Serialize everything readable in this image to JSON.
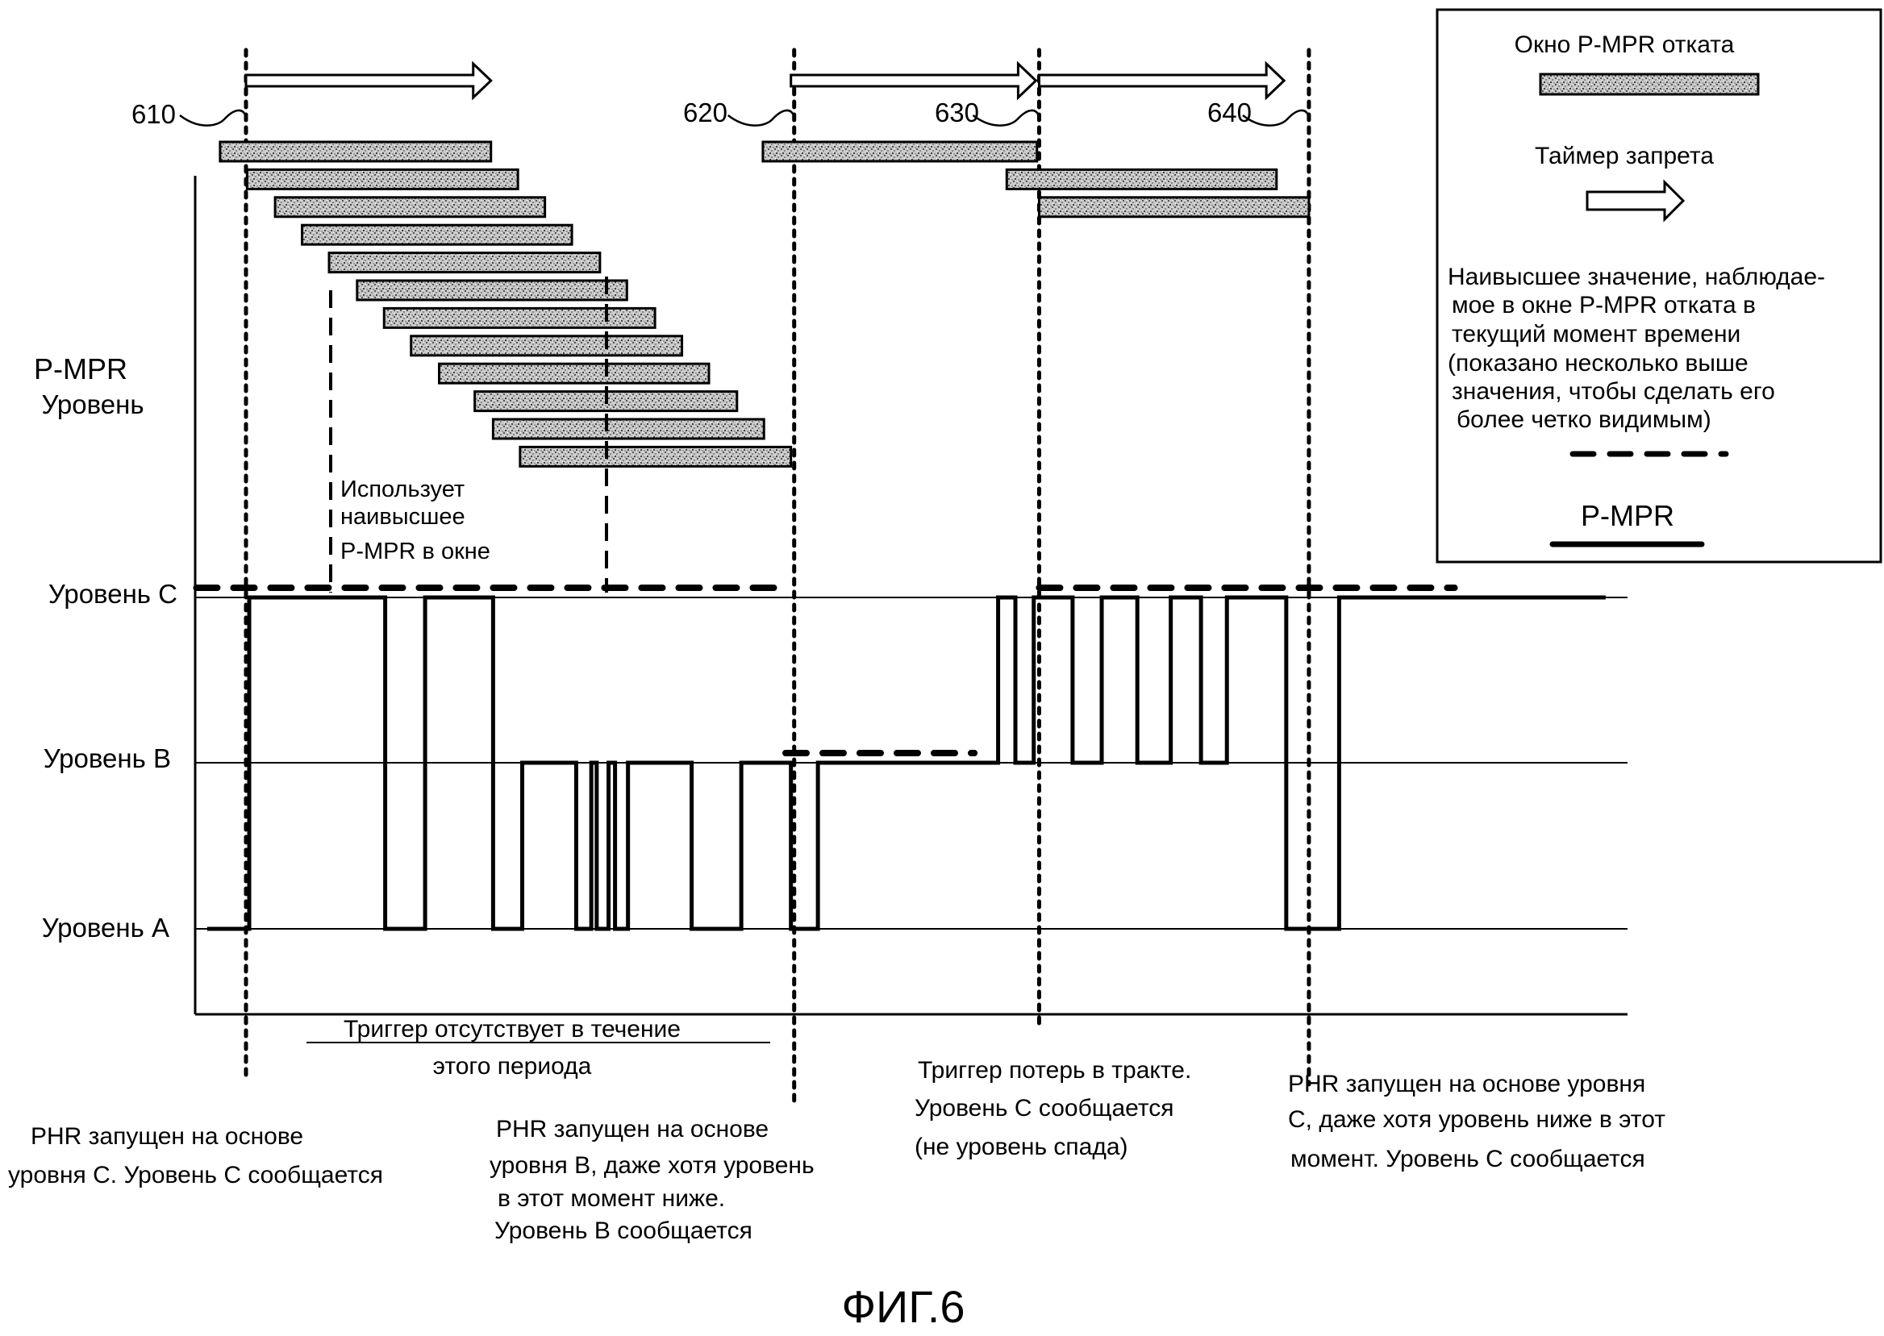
{
  "figure": {
    "caption": "ФИГ.6",
    "y_axis_label_line1": "P-MPR",
    "y_axis_label_line2": "Уровень",
    "levels": [
      {
        "id": "C",
        "label": "Уровень С"
      },
      {
        "id": "B",
        "label": "Уровень В"
      },
      {
        "id": "A",
        "label": "Уровень А"
      }
    ],
    "time_markers": [
      {
        "ref": "610"
      },
      {
        "ref": "620"
      },
      {
        "ref": "630"
      },
      {
        "ref": "640"
      }
    ],
    "window_note": [
      "Использует",
      "наивысшее",
      "P-MPR в окне"
    ],
    "annotations": {
      "no_trigger": [
        "Триггер отсутствует в течение",
        "этого периода"
      ],
      "event_610": [
        "PHR запущен на основе",
        "уровня С. Уровень С сообщается"
      ],
      "event_620": [
        "PHR запущен на основе",
        "уровня В, даже хотя уровень",
        "в этот момент ниже.",
        "Уровень В сообщается"
      ],
      "event_630": [
        "Триггер потерь в тракте.",
        "Уровень С сообщается",
        "(не уровень спада)"
      ],
      "event_640": [
        "PHR запущен на основе уровня",
        "С, даже хотя уровень ниже в этот",
        "момент. Уровень С сообщается"
      ]
    }
  },
  "legend": {
    "window_label": "Окно P-MPR отката",
    "timer_label": "Таймер запрета",
    "highest_label": [
      "Наивысшее значение, наблюдае-",
      "мое в окне P-MPR отката в",
      "текущий момент времени",
      "(показано несколько выше",
      "значения, чтобы сделать его",
      "более четко видимым)"
    ],
    "pmpr_label": "P-MPR",
    "icons": {
      "window": "hatched-bar-icon",
      "timer": "hollow-arrow-icon",
      "highest": "dashed-line-icon",
      "pmpr": "solid-line-icon"
    }
  },
  "chart_data": {
    "type": "line",
    "title": "ФИГ.6",
    "ylabel": "P-MPR Уровень",
    "xlabel": "",
    "y_categories": [
      "Уровень А",
      "Уровень В",
      "Уровень С"
    ],
    "markers": [
      {
        "ref": "610",
        "t": 0.0
      },
      {
        "ref": "620",
        "t": 0.508
      },
      {
        "ref": "630",
        "t": 0.735
      },
      {
        "ref": "640",
        "t": 0.985
      }
    ],
    "series": [
      {
        "name": "P-MPR",
        "style": "solid",
        "steps": [
          [
            -0.036,
            "A"
          ],
          [
            0.003,
            "C"
          ],
          [
            0.129,
            "A"
          ],
          [
            0.166,
            "C"
          ],
          [
            0.229,
            "A"
          ],
          [
            0.256,
            "B"
          ],
          [
            0.306,
            "A"
          ],
          [
            0.32,
            "B"
          ],
          [
            0.325,
            "A"
          ],
          [
            0.336,
            "B"
          ],
          [
            0.342,
            "A"
          ],
          [
            0.354,
            "B"
          ],
          [
            0.413,
            "A"
          ],
          [
            0.459,
            "B"
          ],
          [
            0.505,
            "A"
          ],
          [
            0.53,
            "B"
          ],
          [
            0.697,
            "C"
          ],
          [
            0.713,
            "B"
          ],
          [
            0.73,
            "C"
          ],
          [
            0.766,
            "B"
          ],
          [
            0.793,
            "C"
          ],
          [
            0.826,
            "B"
          ],
          [
            0.857,
            "C"
          ],
          [
            0.885,
            "B"
          ],
          [
            0.909,
            "C"
          ],
          [
            0.964,
            "A"
          ],
          [
            1.013,
            "C"
          ],
          [
            1.26,
            "C"
          ]
        ]
      },
      {
        "name": "Наивысшее значение в окне",
        "style": "dashed",
        "segments": [
          {
            "from": -0.046,
            "to": 0.5,
            "level": "C"
          },
          {
            "from": 0.5,
            "to": 0.675,
            "level": "B"
          },
          {
            "from": 0.735,
            "to": 1.12,
            "level": "C"
          }
        ]
      }
    ],
    "window_bars": [
      {
        "start": -0.024,
        "end": 0.227
      },
      {
        "start": 0.001,
        "end": 0.252
      },
      {
        "start": 0.027,
        "end": 0.277
      },
      {
        "start": 0.052,
        "end": 0.302
      },
      {
        "start": 0.077,
        "end": 0.328
      },
      {
        "start": 0.103,
        "end": 0.353
      },
      {
        "start": 0.128,
        "end": 0.379
      },
      {
        "start": 0.153,
        "end": 0.404
      },
      {
        "start": 0.179,
        "end": 0.429
      },
      {
        "start": 0.212,
        "end": 0.455
      },
      {
        "start": 0.229,
        "end": 0.48
      },
      {
        "start": 0.254,
        "end": 0.505
      },
      {
        "start": 0.479,
        "end": 0.733
      },
      {
        "start": 0.705,
        "end": 0.955
      },
      {
        "start": 0.735,
        "end": 0.985
      }
    ],
    "inhibit_timers": [
      {
        "start": 0.0,
        "end": 0.227
      },
      {
        "start": 0.505,
        "end": 0.732
      },
      {
        "start": 0.735,
        "end": 0.962
      }
    ]
  }
}
